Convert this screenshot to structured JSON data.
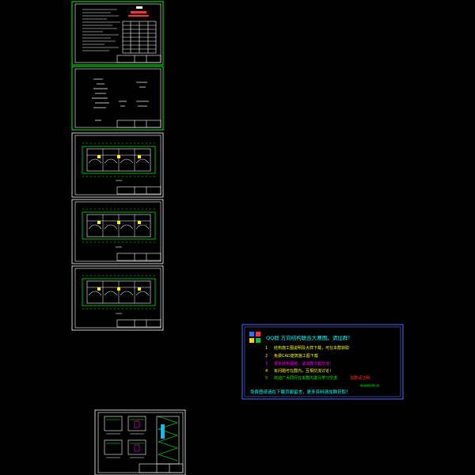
{
  "viewer": {
    "background": "#000000",
    "frame_color_green": "#00ff00",
    "frame_color_white": "#ffffff",
    "frame_color_blue": "#4a6cf0"
  },
  "sheets": [
    {
      "name": "drawing-sheet-notes-1",
      "kind": "notes"
    },
    {
      "name": "drawing-sheet-notes-2",
      "kind": "notes"
    },
    {
      "name": "drawing-sheet-plan-1",
      "kind": "floor-plan"
    },
    {
      "name": "drawing-sheet-plan-2",
      "kind": "floor-plan"
    },
    {
      "name": "drawing-sheet-plan-3",
      "kind": "floor-plan"
    },
    {
      "name": "drawing-sheet-detail",
      "kind": "detail"
    }
  ],
  "notice": {
    "title": "QQ群 方向结构联合大赛图，请加群！",
    "items": [
      {
        "num": "1",
        "text": "结构施工图说明及大样下载，可在本群获取",
        "color": "#ffff00"
      },
      {
        "num": "2",
        "text": "免费CAD建筑施工图下载",
        "color": "#ffff00"
      },
      {
        "num": "3",
        "text": "更多结构图纸，请加群下载交流！",
        "color": "#ff00ff"
      },
      {
        "num": "4",
        "text": "有问题可在群内，互相交流讨论！",
        "color": "#ffff00"
      },
      {
        "num": "5",
        "text": "欢迎广大同行在本群内进行学习交流",
        "color": "#00ff00"
      }
    ],
    "item5_tail": "加群请注明",
    "small_line": "联系邮箱见群公告",
    "footer": "免费图纸请在下载页面留言，更多资料请加群获取！"
  }
}
